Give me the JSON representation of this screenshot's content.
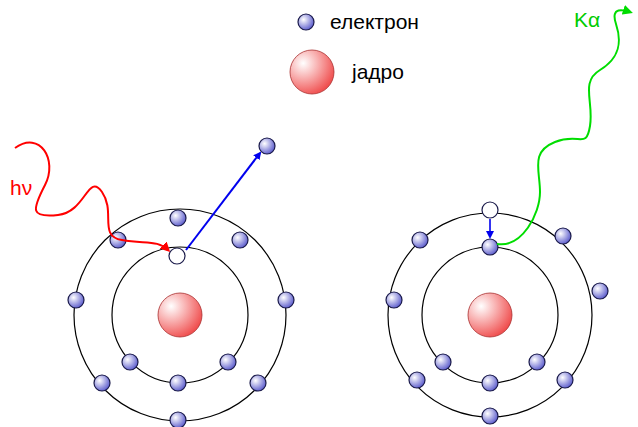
{
  "diagram": {
    "labels": [
      "hν",
      "Kα"
    ],
    "legend": [
      {
        "text": "електрон"
      },
      {
        "text": "јадро"
      }
    ]
  }
}
